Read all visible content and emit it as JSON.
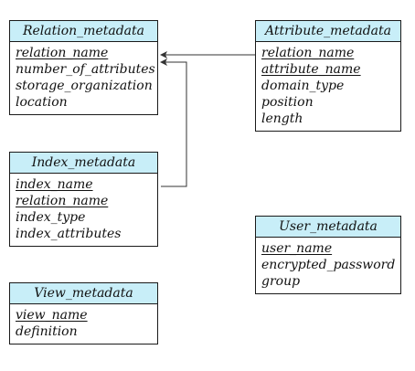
{
  "entities": {
    "relation_metadata": {
      "title": "Relation_metadata",
      "attributes": [
        {
          "name": "relation_name",
          "key": true
        },
        {
          "name": "number_of_attributes",
          "key": false
        },
        {
          "name": "storage_organization",
          "key": false
        },
        {
          "name": "location",
          "key": false
        }
      ]
    },
    "attribute_metadata": {
      "title": "Attribute_metadata",
      "attributes": [
        {
          "name": "relation_name",
          "key": true
        },
        {
          "name": "attribute_name",
          "key": true
        },
        {
          "name": "domain_type",
          "key": false
        },
        {
          "name": "position",
          "key": false
        },
        {
          "name": "length",
          "key": false
        }
      ]
    },
    "index_metadata": {
      "title": "Index_metadata",
      "attributes": [
        {
          "name": "index_name",
          "key": true
        },
        {
          "name": "relation_name",
          "key": true
        },
        {
          "name": "index_type",
          "key": false
        },
        {
          "name": "index_attributes",
          "key": false
        }
      ]
    },
    "user_metadata": {
      "title": "User_metadata",
      "attributes": [
        {
          "name": "user_name",
          "key": true
        },
        {
          "name": "encrypted_password",
          "key": false
        },
        {
          "name": "group",
          "key": false
        }
      ]
    },
    "view_metadata": {
      "title": "View_metadata",
      "attributes": [
        {
          "name": "view_name",
          "key": true
        },
        {
          "name": "definition",
          "key": false
        }
      ]
    }
  },
  "colors": {
    "header_fill": "#c8eef8",
    "border": "#1a1a1a",
    "connector": "#333333"
  }
}
